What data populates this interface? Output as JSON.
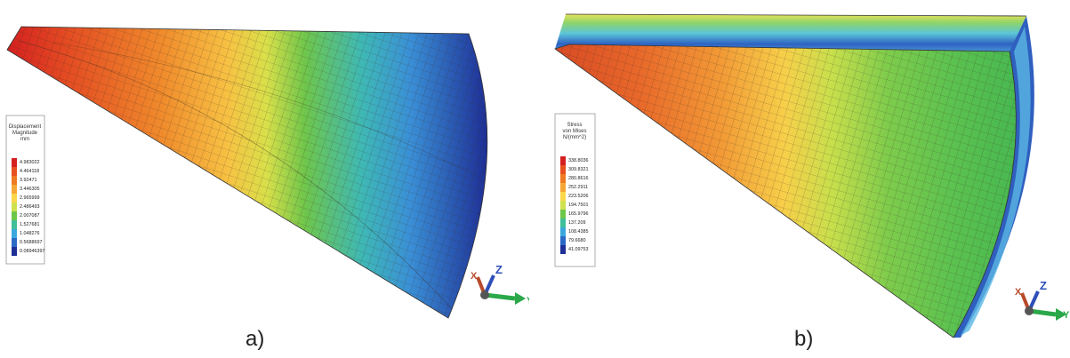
{
  "panels": [
    {
      "caption": "a)",
      "legend": {
        "title": [
          "Displacement",
          "Magnitude",
          "mm"
        ],
        "values": [
          "4.983022",
          "4.464118",
          "3.92471",
          "3.446305",
          "2.965999",
          "2.486493",
          "2.007087",
          "1.527681",
          "1.048276",
          "0.5688697",
          "0.08946397"
        ]
      },
      "axes": {
        "z": "Z",
        "y": "Y",
        "x": "X"
      }
    },
    {
      "caption": "b)",
      "legend": {
        "title": [
          "Stress",
          "von Mises",
          "N/(mm^2)"
        ],
        "values": [
          "338.8036",
          "309.8321",
          "280.8616",
          "252.2911",
          "223.5206",
          "194.7501",
          "165.9796",
          "137.209",
          "108.4385",
          "79.6680",
          "41.09753"
        ]
      },
      "axes": {
        "z": "Z",
        "y": "Y",
        "x": "X"
      }
    }
  ],
  "colors": {
    "scale": [
      "#d42020",
      "#e8501e",
      "#f07a22",
      "#f6a634",
      "#fbd84a",
      "#cfe14e",
      "#6ec64a",
      "#3fbf9a",
      "#3aa8dc",
      "#2b69c6",
      "#1e2f96"
    ]
  }
}
